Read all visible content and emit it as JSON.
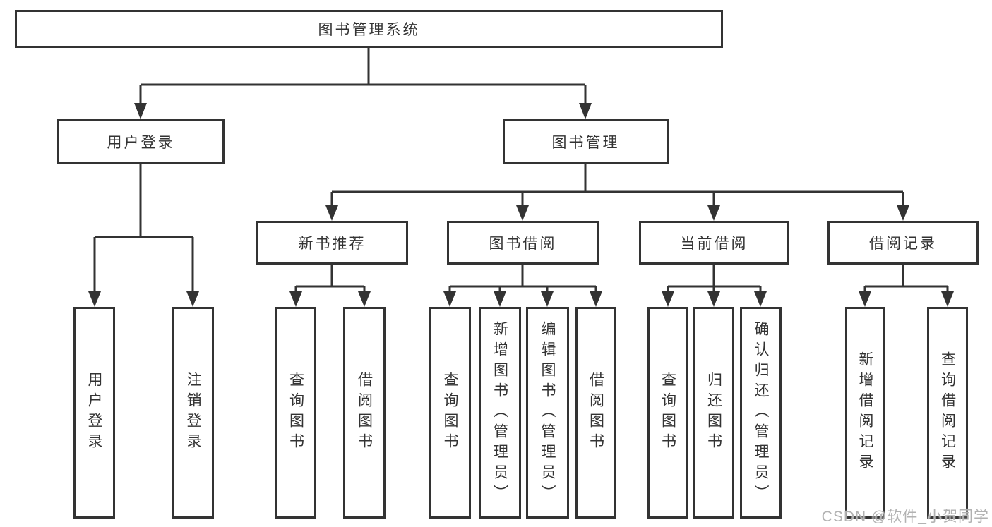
{
  "tree": {
    "root": {
      "label": "图书管理系统",
      "children": [
        {
          "label": "用户登录",
          "children": [
            {
              "label": "用户登录"
            },
            {
              "label": "注销登录"
            }
          ]
        },
        {
          "label": "图书管理",
          "children": [
            {
              "label": "新书推荐",
              "children": [
                {
                  "label": "查询图书"
                },
                {
                  "label": "借阅图书"
                }
              ]
            },
            {
              "label": "图书借阅",
              "children": [
                {
                  "label": "查询图书"
                },
                {
                  "label": "新增图书（管理员）"
                },
                {
                  "label": "编辑图书（管理员）"
                },
                {
                  "label": "借阅图书"
                }
              ]
            },
            {
              "label": "当前借阅",
              "children": [
                {
                  "label": "查询图书"
                },
                {
                  "label": "归还图书"
                },
                {
                  "label": "确认归还（管理员）"
                }
              ]
            },
            {
              "label": "借阅记录",
              "children": [
                {
                  "label": "新增借阅记录"
                },
                {
                  "label": "查询借阅记录"
                }
              ]
            }
          ]
        }
      ]
    }
  },
  "watermark": {
    "text": "CSDN @软件_小贺同学"
  },
  "colors": {
    "line": "#333333",
    "box_border": "#333333",
    "text": "#333333",
    "background": "#ffffff",
    "watermark": "#b2b2b2"
  }
}
